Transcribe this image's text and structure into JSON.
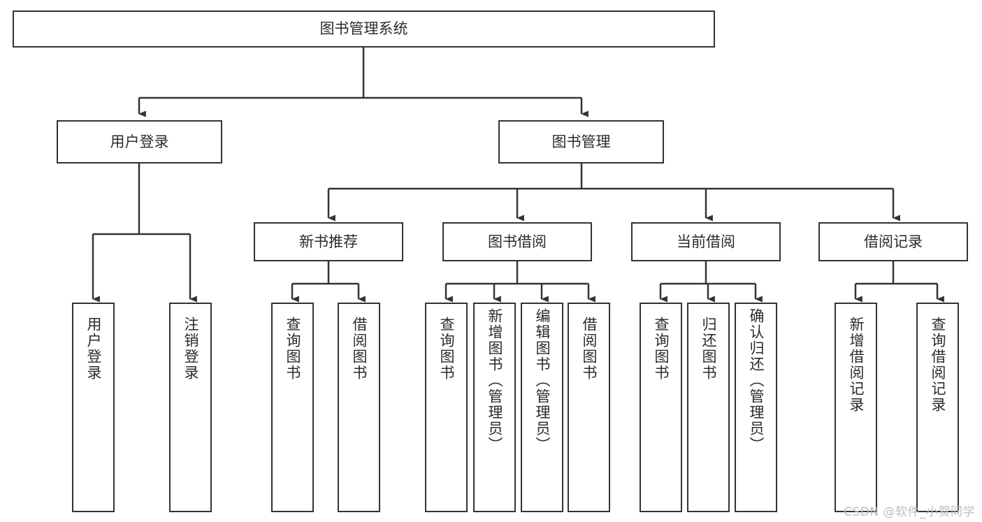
{
  "diagram": {
    "title": "图书管理系统",
    "type": "tree",
    "watermark": "CSDN @软件_小贺同学",
    "line_color": "#333333",
    "box_fill": "#ffffff",
    "text_color": "#2b2b2b"
  },
  "nodes": {
    "root": {
      "label": "图书管理系统"
    },
    "level1": [
      {
        "id": "user-login",
        "label": "用户登录"
      },
      {
        "id": "book-manage",
        "label": "图书管理"
      }
    ],
    "level2": [
      {
        "id": "new-book-rec",
        "label": "新书推荐"
      },
      {
        "id": "book-borrow",
        "label": "图书借阅"
      },
      {
        "id": "current-borrow",
        "label": "当前借阅"
      },
      {
        "id": "borrow-record",
        "label": "借阅记录"
      }
    ],
    "leaves": {
      "user_login": [
        {
          "id": "leaf-user-login",
          "label": "用户登录"
        },
        {
          "id": "leaf-user-logout",
          "label": "注销登录"
        }
      ],
      "new_book_rec": [
        {
          "id": "leaf-query-book-1",
          "label": "查询图书"
        },
        {
          "id": "leaf-borrow-book-1",
          "label": "借阅图书"
        }
      ],
      "book_borrow": [
        {
          "id": "leaf-query-book-2",
          "label": "查询图书"
        },
        {
          "id": "leaf-add-book",
          "label": "新增图书（管理员）"
        },
        {
          "id": "leaf-edit-book",
          "label": "编辑图书（管理员）"
        },
        {
          "id": "leaf-borrow-book-2",
          "label": "借阅图书"
        }
      ],
      "current_borrow": [
        {
          "id": "leaf-query-book-3",
          "label": "查询图书"
        },
        {
          "id": "leaf-return-book",
          "label": "归还图书"
        },
        {
          "id": "leaf-confirm-return",
          "label": "确认归还（管理员）"
        }
      ],
      "borrow_record": [
        {
          "id": "leaf-add-record",
          "label": "新增借阅记录"
        },
        {
          "id": "leaf-query-record",
          "label": "查询借阅记录"
        }
      ]
    }
  }
}
